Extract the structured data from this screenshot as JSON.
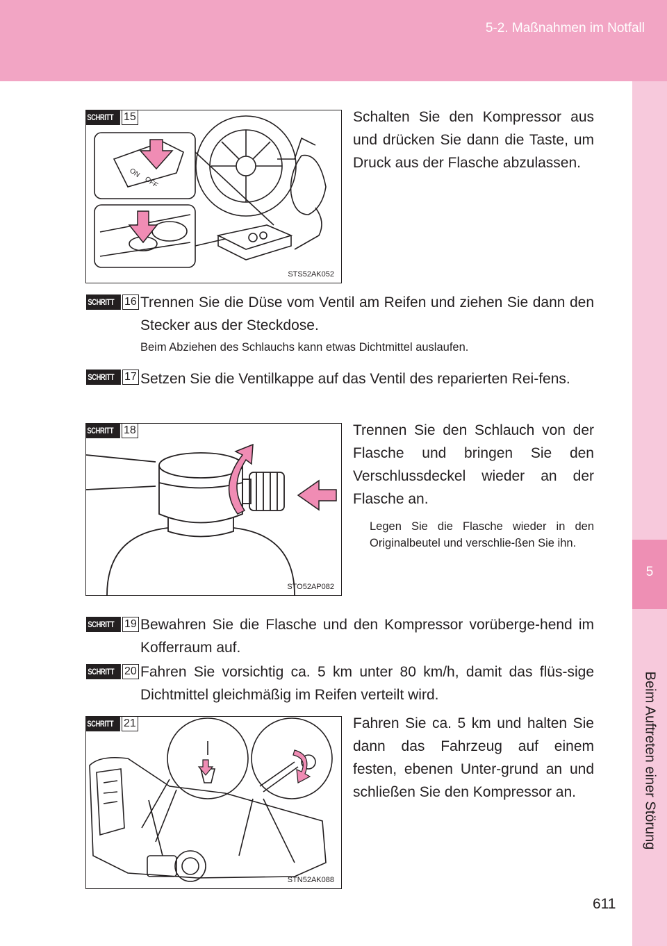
{
  "header": {
    "section": "5-2. Maßnahmen im Notfall"
  },
  "sidebar": {
    "chapter_number": "5",
    "chapter_title": "Beim Auftreten einer Störung"
  },
  "page_number": "611",
  "step_word": "SCHRITT",
  "steps": [
    {
      "num": "15",
      "text": "Schalten Sie den Kompressor aus und drücken Sie dann die Taste, um Druck aus der Flasche abzulassen.",
      "figure_code": "STS52AK052",
      "figure_labels": {
        "on": "ON",
        "off": "OFF"
      }
    },
    {
      "num": "16",
      "text": "Trennen Sie die Düse vom Ventil am Reifen und ziehen Sie dann den Stecker aus der Steckdose.",
      "note": "Beim Abziehen des Schlauchs kann etwas Dichtmittel auslaufen."
    },
    {
      "num": "17",
      "text": "Setzen Sie die Ventilkappe auf das Ventil des reparierten Rei-fens."
    },
    {
      "num": "18",
      "text": "Trennen Sie den Schlauch von der Flasche und bringen Sie den Verschlussdeckel wieder an der Flasche an.",
      "note": "Legen Sie die Flasche wieder in den Originalbeutel und verschlie-ßen Sie ihn.",
      "figure_code": "STO52AP082"
    },
    {
      "num": "19",
      "text": "Bewahren Sie die Flasche und den Kompressor vorüberge-hend im Kofferraum auf."
    },
    {
      "num": "20",
      "text": "Fahren Sie vorsichtig ca. 5 km unter 80 km/h, damit das flüs-sige Dichtmittel gleichmäßig im Reifen verteilt wird."
    },
    {
      "num": "21",
      "text": "Fahren Sie ca. 5 km und halten Sie dann das Fahrzeug auf einem festen, ebenen Unter-grund an und schließen Sie den Kompressor an.",
      "figure_code": "STN52AK088"
    }
  ],
  "colors": {
    "header_pink": "#f2a5c4",
    "sidebar_pink": "#f7c9dc",
    "tab_pink": "#ee8fb4",
    "arrow_pink": "#f08cb4"
  }
}
